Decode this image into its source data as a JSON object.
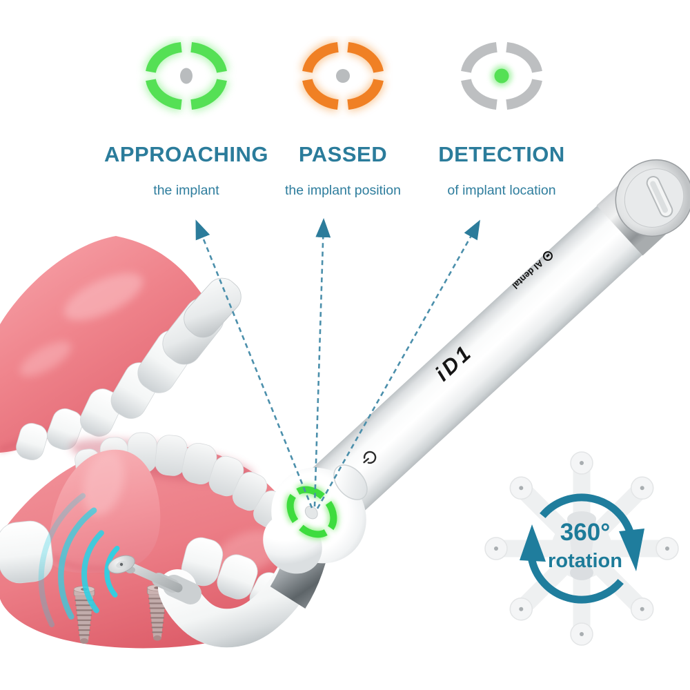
{
  "page": {
    "type": "product-feature-graphic",
    "background": "#ffffff"
  },
  "statuses": [
    {
      "title": "APPROACHING",
      "subtitle": "the implant",
      "icon": "green-ring-gray-dot-indicator",
      "ring_color": "#55e055",
      "dot_color": "#b9bcbe"
    },
    {
      "title": "PASSED",
      "subtitle": "the implant position",
      "icon": "orange-ring-gray-dot-indicator",
      "ring_color": "#f08024",
      "dot_color": "#b9bcbe"
    },
    {
      "title": "DETECTION",
      "subtitle": "of implant location",
      "icon": "gray-ring-green-dot-indicator",
      "ring_color": "#bdbfc1",
      "dot_color": "#55e055"
    }
  ],
  "device": {
    "model": "iD1",
    "brand": "AI dental",
    "indicator_icon": "green-segmented-ring-indicator",
    "button_icon": "function-button",
    "power_icon": "power-icon",
    "tip_icon": "rotating-probe-tip"
  },
  "rotation_badge": {
    "value": "360°",
    "label": "rotation"
  },
  "colors": {
    "accent_teal": "#2b7c9b",
    "indicator_green": "#55e055",
    "indicator_orange": "#f08024",
    "indicator_gray": "#bdbfc1",
    "wave_cyan": "#2bd2e5",
    "gum_pink": "#ee7e87",
    "device_white": "#ffffff"
  }
}
